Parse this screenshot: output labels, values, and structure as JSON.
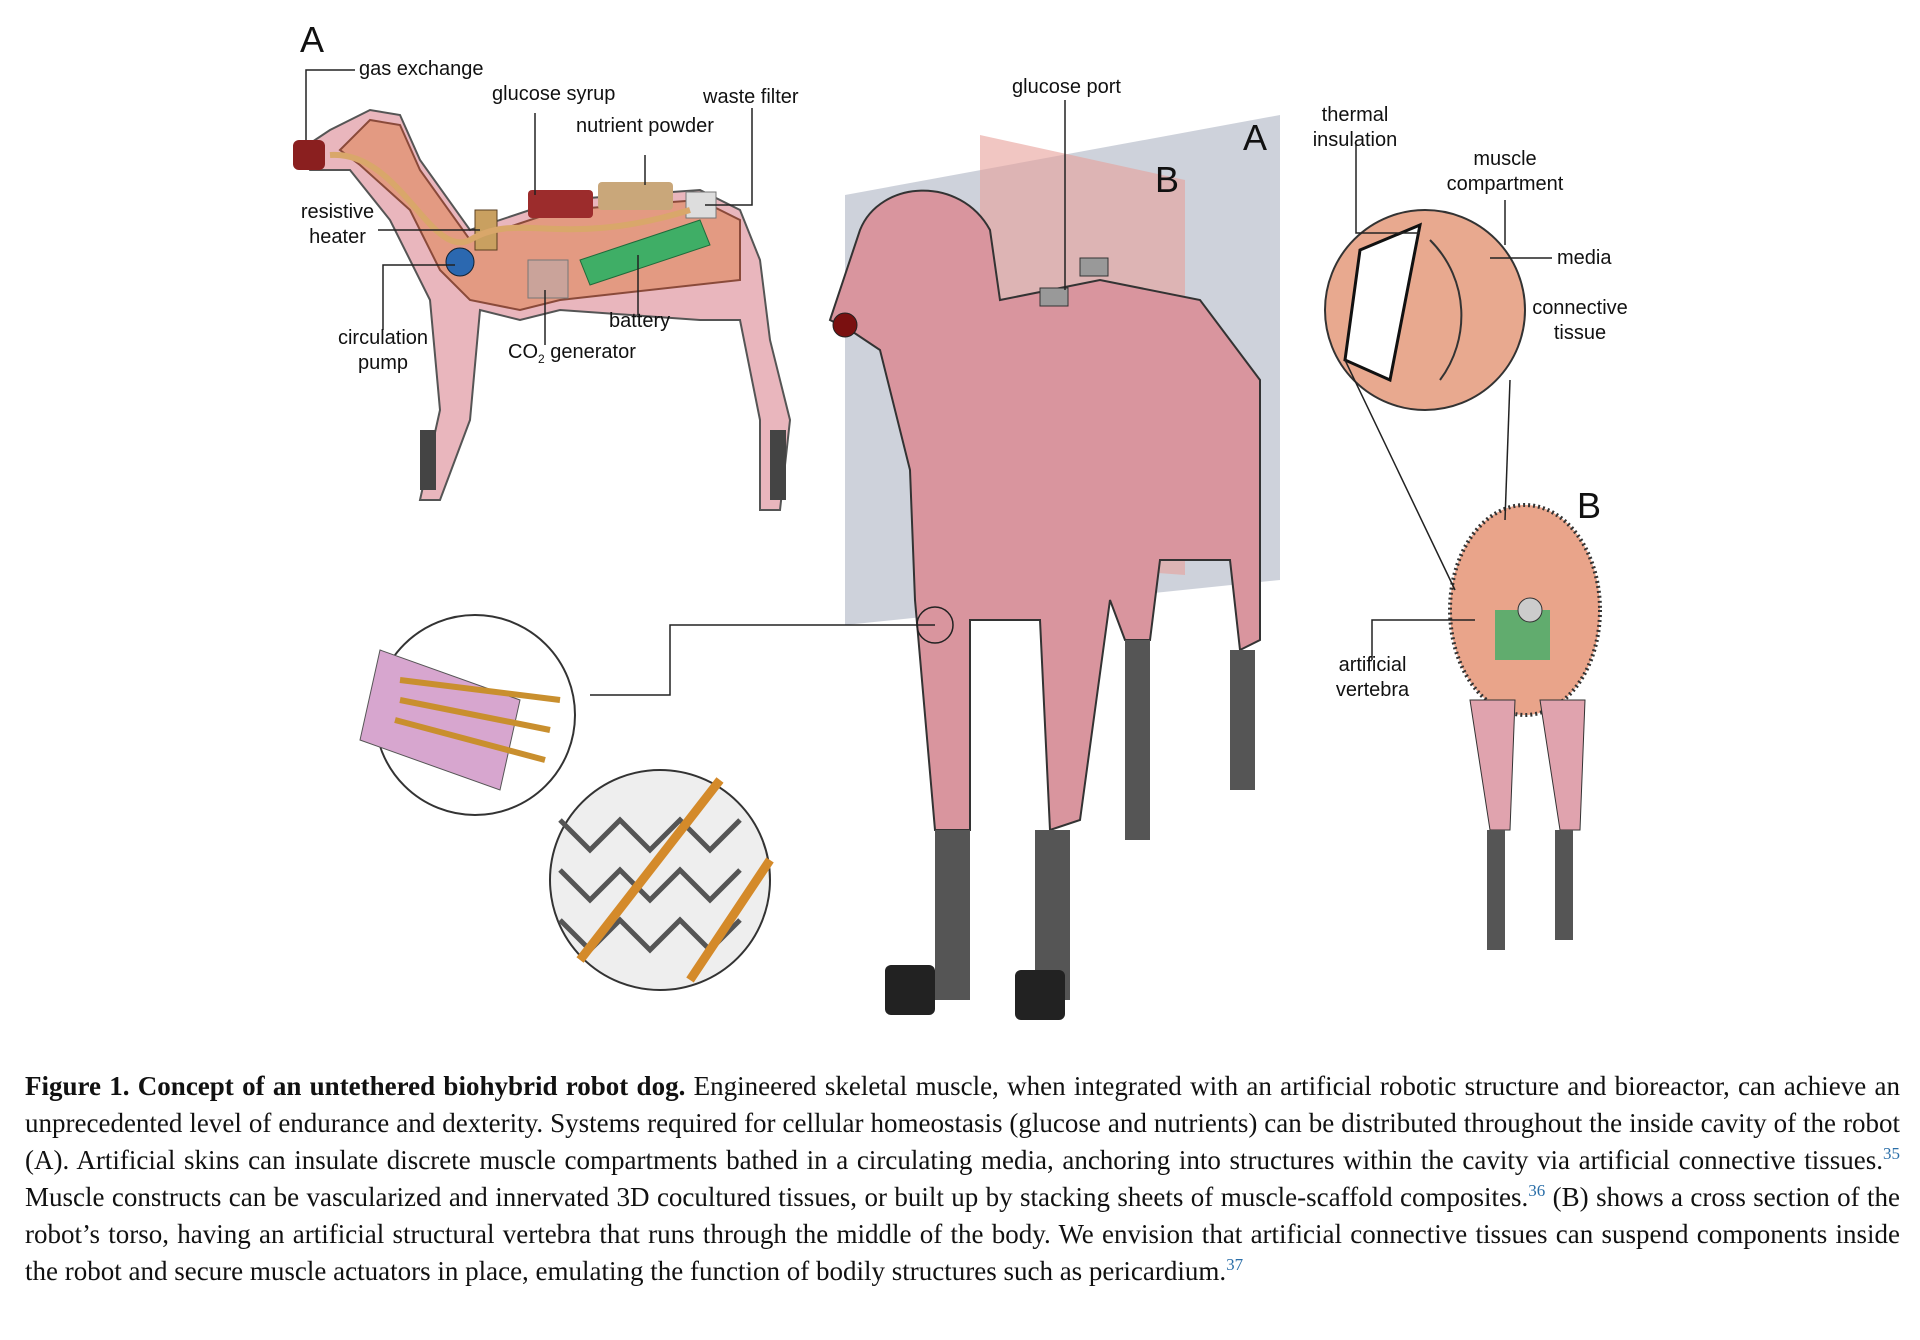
{
  "figure": {
    "panel_a_left": "A",
    "panel_a_center": "A",
    "panel_b_center": "B",
    "panel_b_right": "B",
    "labels": {
      "gas_exchange": "gas exchange",
      "glucose_syrup": "glucose syrup",
      "waste_filter": "waste filter",
      "nutrient_powder": "nutrient powder",
      "resistive_heater": "resistive heater",
      "circulation_pump": "circulation pump",
      "co2_prefix": "CO",
      "co2_sub": "2",
      "co2_suffix": " generator",
      "battery": "battery",
      "glucose_port": "glucose port",
      "thermal_insulation": "thermal insulation",
      "muscle_compartment": "muscle compartment",
      "media": "media",
      "connective_tissue": "connective tissue",
      "artificial_vertebra": "artificial vertebra"
    }
  },
  "caption": {
    "title": "Figure 1. Concept of an untethered biohybrid robot dog.",
    "part1": " Engineered skeletal muscle, when integrated with an artificial robotic structure and bioreactor, can achieve an unprecedented level of endurance and dexterity. Systems required for cellular homeostasis (glucose and nutrients) can be distributed throughout the inside cavity of the robot (A). Artificial skins can insulate discrete muscle compartments bathed in a circulating media, anchoring into structures within the cavity via artificial connective tissues.",
    "ref1": "35",
    "part2": " Muscle constructs can be vascularized and innervated 3D cocultured tissues, or built up by stacking sheets of muscle-scaffold composites.",
    "ref2": "36",
    "part3": " (B) shows a cross section of the robot’s torso, having an artificial structural vertebra that runs through the middle of the body. We envision that artificial connective tissues can suspend components inside the robot and secure muscle actuators in place, emulating the function of bodily structures such as pericardium.",
    "ref3": "37",
    "colors": {
      "skin": "#e9b6bd",
      "muscle": "#e39a82",
      "battery": "#3fae66",
      "ref": "#2a6ea8"
    }
  }
}
